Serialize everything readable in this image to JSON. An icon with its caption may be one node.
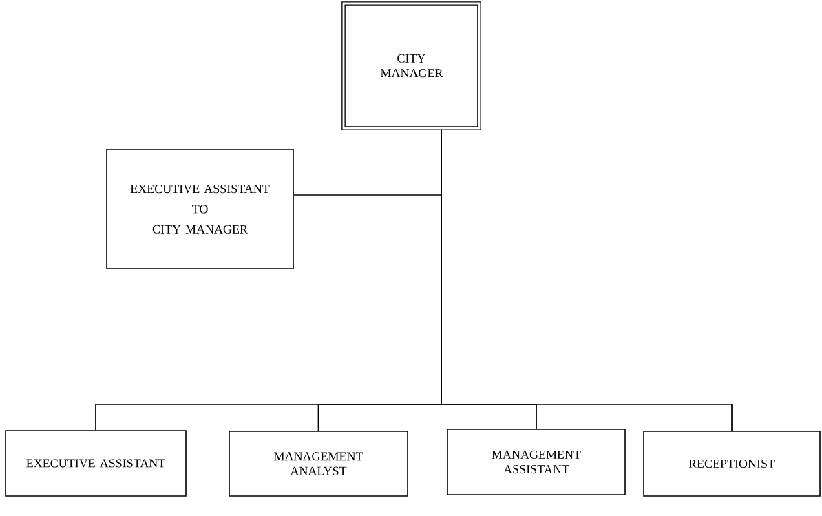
{
  "diagram": {
    "nodes": [
      {
        "text": [
          "CITY MANAGER"
        ]
      },
      {
        "text": [
          "EXECUTIVE ASSISTANT",
          "TO",
          "CITY MANAGER"
        ]
      },
      {
        "text": [
          "EXECUTIVE ASSISTANT"
        ]
      },
      {
        "text": [
          "MANAGEMENT ANALYST"
        ]
      },
      {
        "text": [
          "MANAGEMENT ASSISTANT"
        ]
      },
      {
        "text": [
          "RECEPTIONIST"
        ]
      }
    ],
    "edges": [
      {
        "from": 0,
        "to": 1,
        "arrow": "none"
      },
      {
        "from": 0,
        "to": 2,
        "arrow": "none"
      },
      {
        "from": 0,
        "to": 3,
        "arrow": "none"
      },
      {
        "from": 0,
        "to": 4,
        "arrow": "none"
      },
      {
        "from": 0,
        "to": 5,
        "arrow": "none"
      }
    ]
  }
}
